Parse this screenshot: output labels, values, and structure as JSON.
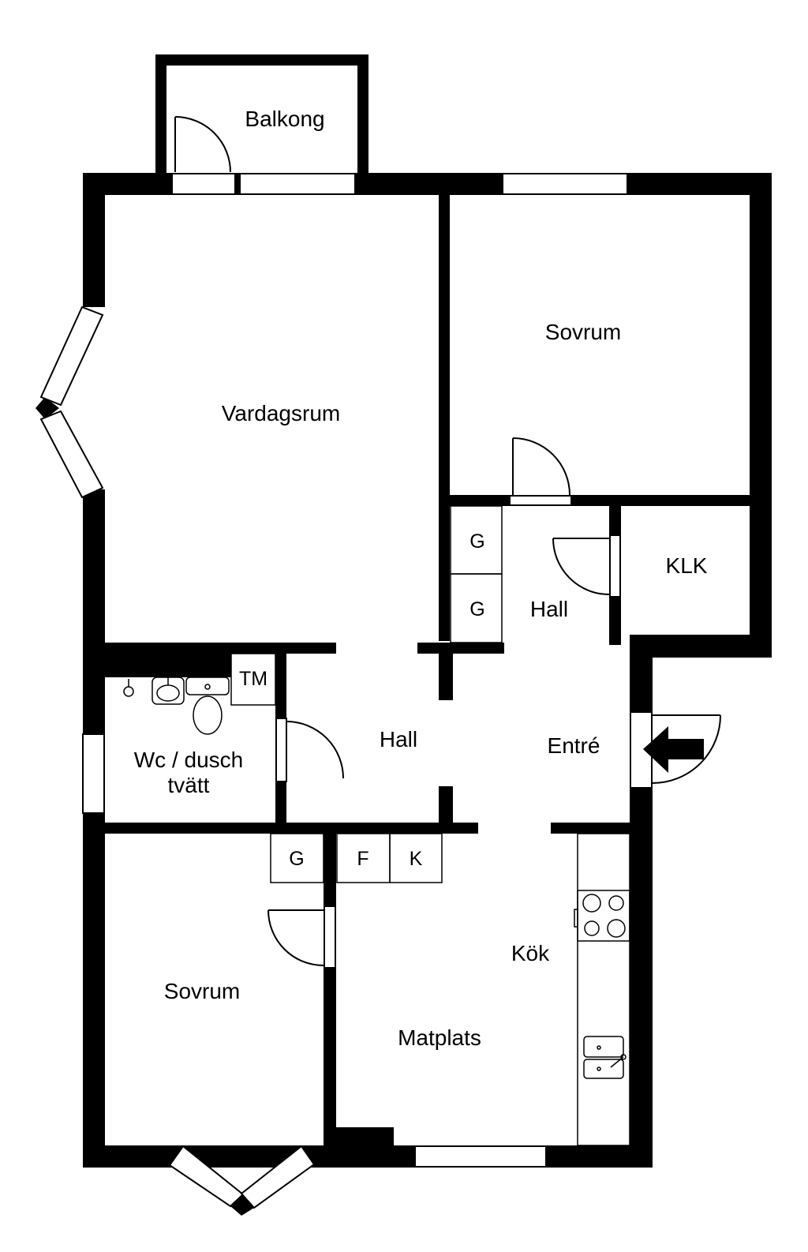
{
  "rooms": {
    "balkong": "Balkong",
    "sovrum_top": "Sovrum",
    "vardagsrum": "Vardagsrum",
    "klk": "KLK",
    "hall_upper": "Hall",
    "hall_middle": "Hall",
    "entre": "Entré",
    "wc_line1": "Wc / dusch",
    "wc_line2": "tvätt",
    "tm": "TM",
    "sovrum_bottom": "Sovrum",
    "kok": "Kök",
    "matplats": "Matplats"
  },
  "closets": {
    "g1": "G",
    "g2": "G",
    "g3": "G",
    "f": "F",
    "k": "K"
  },
  "colors": {
    "wall": "#000000",
    "background": "#ffffff"
  },
  "icons": [
    "entrance-arrow-icon",
    "stove-icon",
    "sink-icon",
    "toilet-icon",
    "washbasin-icon",
    "shower-icon"
  ]
}
